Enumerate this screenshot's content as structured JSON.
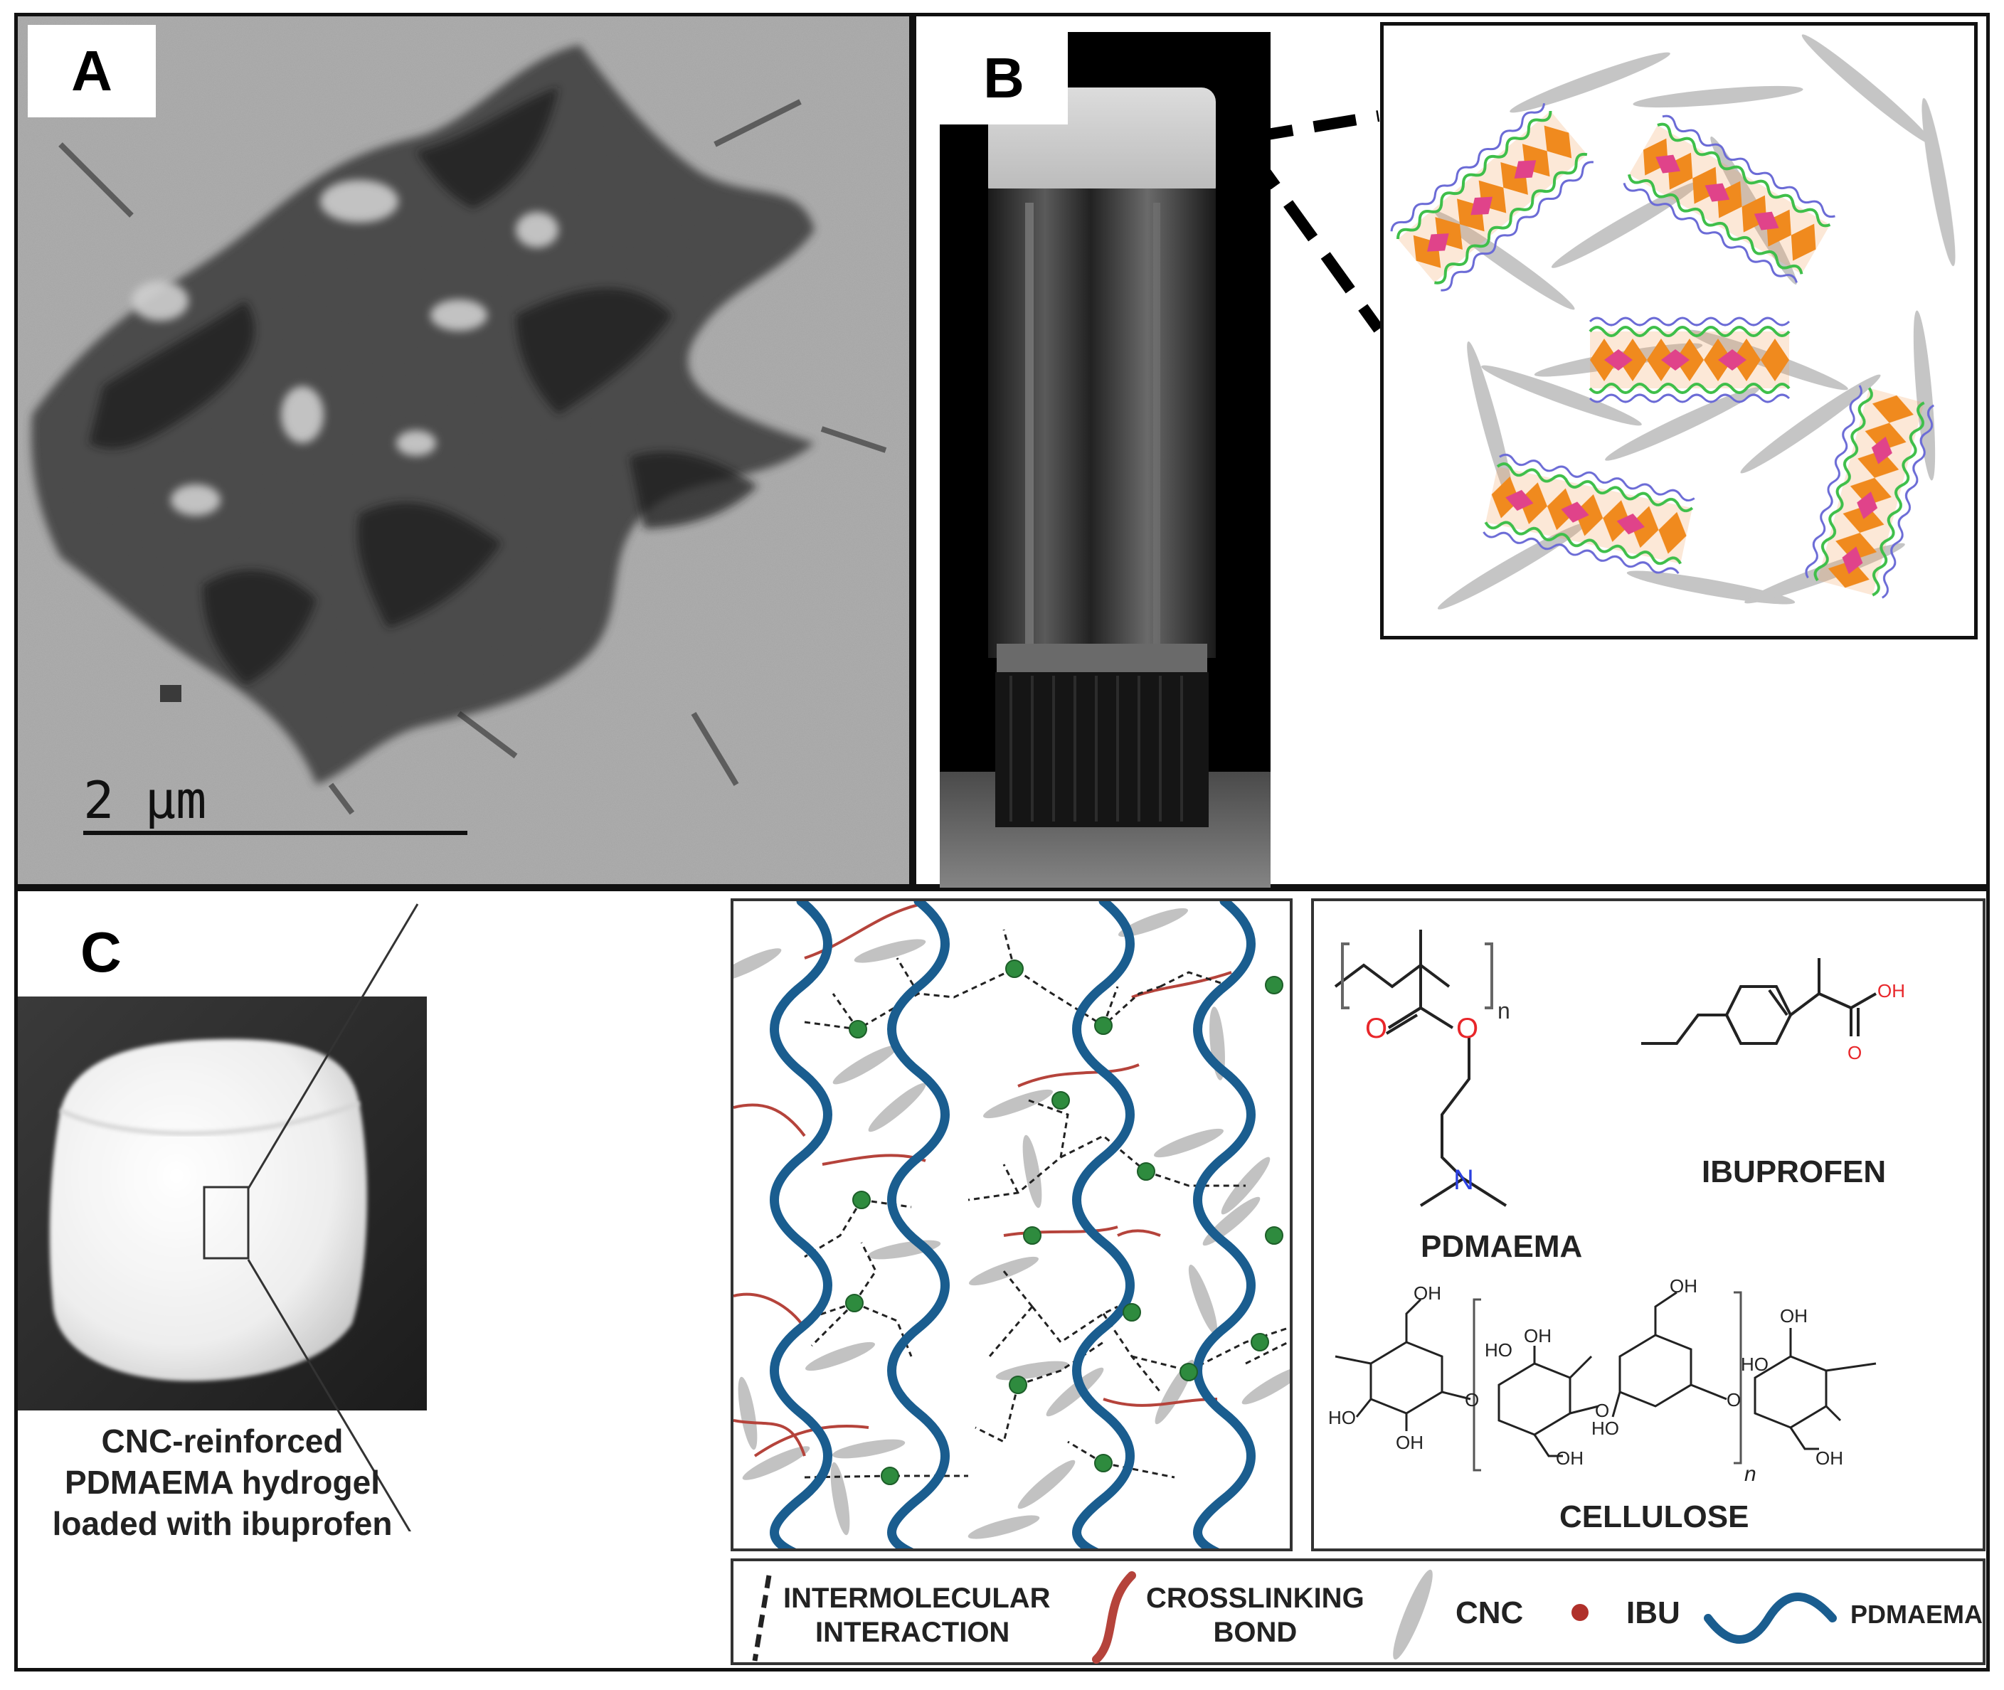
{
  "panels": {
    "a": {
      "label": "A",
      "scale_bar_text": "2  μm"
    },
    "b": {
      "label": "B"
    },
    "c": {
      "label": "C",
      "caption_lines": [
        "CNC-reinforced",
        "PDMAEMA hydrogel",
        "loaded with ibuprofen"
      ]
    }
  },
  "chemistry": {
    "pdmaema_name": "PDMAEMA",
    "pdmaema_subscript": "n",
    "ibuprofen_name": "IBUPROFEN",
    "ibuprofen_oh": "OH",
    "ibuprofen_o": "O",
    "pdmaema_o_carbonyl": "O",
    "pdmaema_o_ester": "O",
    "pdmaema_n": "N",
    "cellulose_name": "CELLULOSE",
    "cellulose_subscript": "n",
    "cellulose_oh": "OH",
    "cellulose_ho": "HO",
    "cellulose_o": "O"
  },
  "legend": {
    "intermolecular_line1": "INTERMOLECULAR",
    "intermolecular_line2": "INTERACTION",
    "crosslinking_line1": "CROSSLINKING",
    "crosslinking_line2": "BOND",
    "cnc": "CNC",
    "ibu": "IBU",
    "pdmaema": "PDMAEMA"
  },
  "colors": {
    "pdmaema_chain": "#1a5d8f",
    "crosslink": "#b5433b",
    "cnc_rod": "#c2c2c2",
    "ibu_dot_network": "#2e8b3e",
    "ibu_dot_legend": "#b0302a",
    "cnc_crystal_orange": "#f08a1e",
    "cnc_crystal_pink": "#e0438a",
    "oxygen_red": "#e8262a",
    "nitrogen_blue": "#2a3fe0"
  }
}
